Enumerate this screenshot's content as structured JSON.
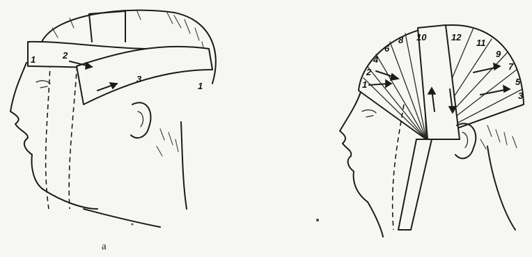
{
  "figure": {
    "caption": "a",
    "left_head": {
      "turn_labels": [
        "1",
        "2",
        "3",
        "1"
      ]
    },
    "right_head": {
      "turn_labels": [
        "1",
        "2",
        "4",
        "6",
        "8",
        "10",
        "12",
        "11",
        "9",
        "7",
        "5",
        "3"
      ]
    }
  }
}
